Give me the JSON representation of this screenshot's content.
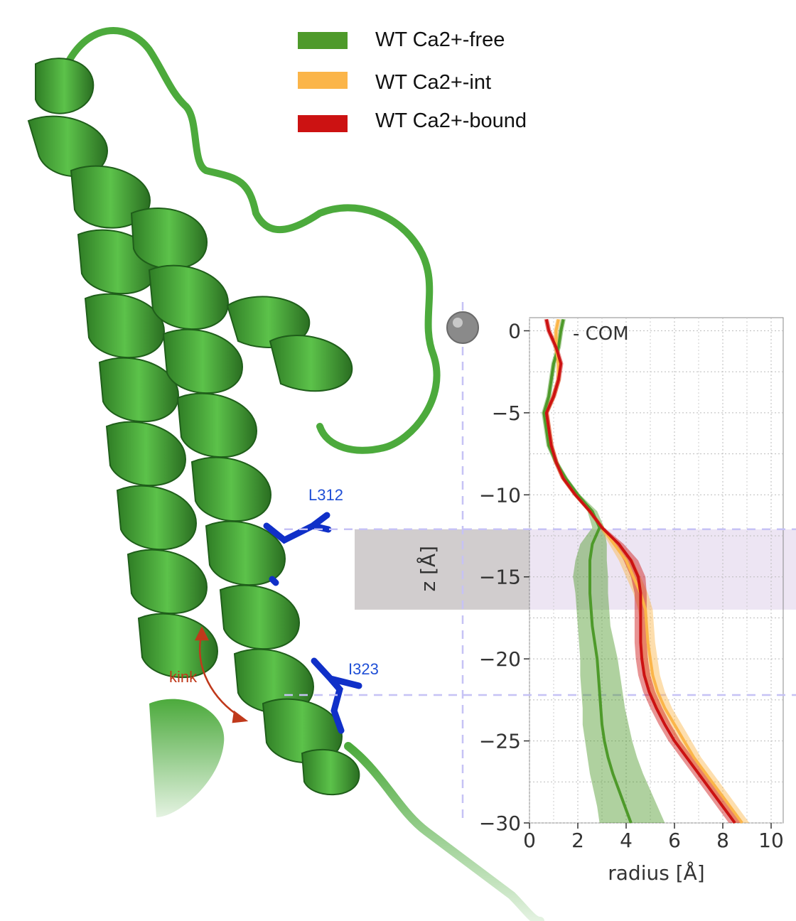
{
  "legend": [
    {
      "label": "WT Ca2+-free",
      "color": "#4e9a2a"
    },
    {
      "label": "WT Ca2+-int",
      "color": "#fbb549"
    },
    {
      "label": "WT Ca2+-bound",
      "color": "#cc1212"
    }
  ],
  "annotations": {
    "residue_top": "L312",
    "residue_bottom": "I323",
    "kink": "kink",
    "com": "- COM"
  },
  "colors": {
    "helix": "#4caa3c",
    "helix_dark": "#1f5e1a",
    "residue": "#1030c8",
    "kink_arrow": "#c0391b",
    "guide_dashes": "#c6c2f5",
    "constriction_band": "#e8dff0"
  },
  "chart_data": {
    "type": "line",
    "xlabel": "radius [Å]",
    "ylabel": "z [Å]",
    "xlim": [
      0,
      10.5
    ],
    "ylim": [
      -30,
      0.8
    ],
    "xticks": [
      0,
      2,
      4,
      6,
      8,
      10
    ],
    "yticks": [
      0,
      -5,
      -10,
      -15,
      -20,
      -25,
      -30
    ],
    "grid": true,
    "guide_lines_z": [
      -12.1,
      -22.2
    ],
    "band_z": [
      -12.1,
      -17.0
    ],
    "series": [
      {
        "name": "WT Ca2+-free",
        "color": "#4e9a2a",
        "z": [
          0.7,
          0,
          -1,
          -2,
          -3,
          -4,
          -5,
          -6,
          -7,
          -8,
          -9,
          -10,
          -11,
          -12,
          -13,
          -14,
          -15,
          -16,
          -17,
          -18,
          -19,
          -20,
          -21,
          -22,
          -23,
          -24,
          -25,
          -26,
          -27,
          -28,
          -29,
          -30
        ],
        "r": [
          1.4,
          1.3,
          1.2,
          1.0,
          0.9,
          0.8,
          0.6,
          0.7,
          0.8,
          1.1,
          1.5,
          2.0,
          2.6,
          2.9,
          2.6,
          2.5,
          2.5,
          2.5,
          2.55,
          2.6,
          2.7,
          2.8,
          2.85,
          2.9,
          2.95,
          3.0,
          3.1,
          3.25,
          3.45,
          3.7,
          3.95,
          4.2
        ],
        "lo": [
          1.3,
          1.2,
          1.1,
          0.9,
          0.8,
          0.7,
          0.5,
          0.6,
          0.7,
          1.0,
          1.4,
          1.9,
          2.4,
          2.6,
          2.1,
          1.9,
          1.8,
          1.9,
          1.95,
          2.0,
          2.05,
          2.1,
          2.1,
          2.15,
          2.2,
          2.2,
          2.3,
          2.4,
          2.5,
          2.65,
          2.8,
          2.9
        ],
        "hi": [
          1.5,
          1.4,
          1.3,
          1.1,
          1.0,
          0.9,
          0.7,
          0.8,
          0.9,
          1.2,
          1.6,
          2.1,
          2.8,
          3.1,
          3.2,
          3.2,
          3.25,
          3.25,
          3.3,
          3.35,
          3.5,
          3.65,
          3.75,
          3.85,
          3.95,
          4.1,
          4.25,
          4.45,
          4.7,
          5.0,
          5.3,
          5.6
        ]
      },
      {
        "name": "WT Ca2+-int",
        "color": "#fbb549",
        "z": [
          0.7,
          0,
          -1,
          -2,
          -3,
          -4,
          -5,
          -6,
          -7,
          -8,
          -9,
          -10,
          -11,
          -12,
          -13,
          -14,
          -15,
          -16,
          -17,
          -18,
          -19,
          -20,
          -21,
          -22,
          -23,
          -24,
          -25,
          -26,
          -27,
          -28,
          -29,
          -30
        ],
        "r": [
          1.2,
          1.1,
          1.1,
          1.2,
          1.2,
          1.0,
          0.7,
          0.8,
          0.9,
          1.1,
          1.4,
          1.9,
          2.5,
          3.0,
          3.5,
          4.0,
          4.3,
          4.6,
          4.8,
          4.85,
          4.9,
          5.0,
          5.1,
          5.3,
          5.6,
          6.0,
          6.4,
          6.8,
          7.3,
          7.8,
          8.3,
          8.8
        ],
        "lo": [
          1.1,
          1.0,
          1.0,
          1.1,
          1.1,
          0.9,
          0.6,
          0.7,
          0.8,
          1.0,
          1.3,
          1.8,
          2.4,
          2.9,
          3.3,
          3.7,
          4.0,
          4.3,
          4.5,
          4.6,
          4.6,
          4.7,
          4.8,
          5.0,
          5.3,
          5.7,
          6.1,
          6.5,
          7.0,
          7.5,
          8.0,
          8.5
        ],
        "hi": [
          1.3,
          1.2,
          1.2,
          1.3,
          1.3,
          1.1,
          0.8,
          0.9,
          1.0,
          1.2,
          1.5,
          2.0,
          2.6,
          3.1,
          3.7,
          4.3,
          4.6,
          4.9,
          5.1,
          5.15,
          5.2,
          5.3,
          5.4,
          5.6,
          5.9,
          6.3,
          6.7,
          7.1,
          7.6,
          8.1,
          8.6,
          9.1
        ]
      },
      {
        "name": "WT Ca2+-bound",
        "color": "#cc1212",
        "z": [
          0.7,
          0,
          -1,
          -2,
          -3,
          -4,
          -5,
          -6,
          -7,
          -8,
          -9,
          -10,
          -11,
          -12,
          -13,
          -14,
          -15,
          -16,
          -17,
          -18,
          -19,
          -20,
          -21,
          -22,
          -23,
          -24,
          -25,
          -26,
          -27,
          -28,
          -29,
          -30
        ],
        "r": [
          0.7,
          0.8,
          1.1,
          1.3,
          1.2,
          1.0,
          0.7,
          0.8,
          0.9,
          1.1,
          1.4,
          1.9,
          2.5,
          3.0,
          3.7,
          4.2,
          4.5,
          4.6,
          4.6,
          4.6,
          4.6,
          4.65,
          4.75,
          4.95,
          5.25,
          5.6,
          6.0,
          6.5,
          7.0,
          7.5,
          8.0,
          8.5
        ],
        "lo": [
          0.6,
          0.7,
          1.0,
          1.2,
          1.1,
          0.9,
          0.6,
          0.7,
          0.8,
          1.0,
          1.3,
          1.8,
          2.4,
          2.9,
          3.5,
          3.9,
          4.2,
          4.35,
          4.35,
          4.35,
          4.35,
          4.4,
          4.5,
          4.7,
          5.0,
          5.35,
          5.75,
          6.25,
          6.75,
          7.25,
          7.75,
          8.25
        ],
        "hi": [
          0.8,
          0.9,
          1.2,
          1.4,
          1.3,
          1.1,
          0.8,
          0.9,
          1.0,
          1.2,
          1.5,
          2.0,
          2.6,
          3.1,
          3.9,
          4.5,
          4.8,
          4.85,
          4.85,
          4.85,
          4.85,
          4.9,
          5.0,
          5.2,
          5.5,
          5.85,
          6.25,
          6.75,
          7.25,
          7.75,
          8.25,
          8.75
        ]
      }
    ]
  }
}
